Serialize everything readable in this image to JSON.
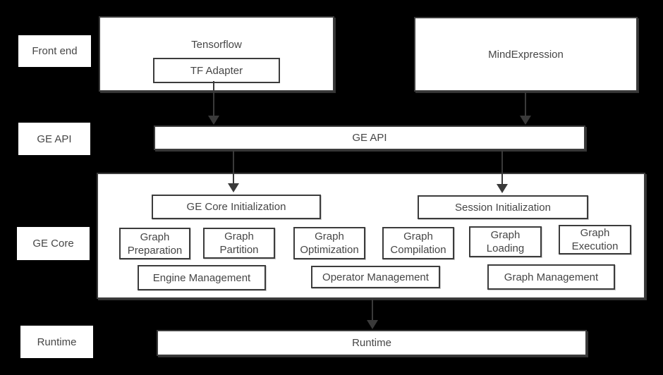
{
  "colors": {
    "background": "#000000",
    "box_fill": "#ffffff",
    "box_border": "#3c3c3c",
    "text": "#464646",
    "arrow": "#3a3a3a"
  },
  "row_labels": {
    "front_end": "Front end",
    "ge_api": "GE API",
    "ge_core": "GE Core",
    "runtime": "Runtime"
  },
  "front_end_layer": {
    "tensorflow": "Tensorflow",
    "tf_adapter": "TF Adapter",
    "mind_expression": "MindExpression"
  },
  "ge_api_layer": {
    "bar": "GE API"
  },
  "ge_core_layer": {
    "ge_core_initialization": "GE Core Initialization",
    "session_initialization": "Session Initialization",
    "modules": [
      "Graph Preparation",
      "Graph Partition",
      "Graph Optimization",
      "Graph Compilation",
      "Graph Loading",
      "Graph Execution"
    ],
    "management": [
      "Engine Management",
      "Operator Management",
      "Graph Management"
    ]
  },
  "runtime_layer": {
    "bar": "Runtime"
  }
}
